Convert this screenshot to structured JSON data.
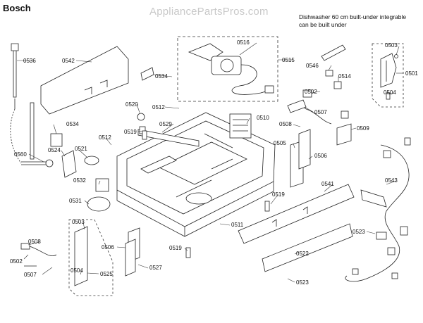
{
  "header": {
    "brand": "Bosch",
    "watermark": "AppliancePartsPros.com",
    "description_line1": "Dishwasher 60 cm built-under integrable",
    "description_line2": "can be built under"
  },
  "part_labels": {
    "p0536": "0536",
    "p0542": "0542",
    "p0534a": "0534",
    "p0516": "0516",
    "p0515": "0515",
    "p0546": "0546",
    "p0503a": "0503",
    "p0501": "0501",
    "p0514": "0514",
    "p0502a": "0502",
    "p0504a": "0504",
    "p0512a": "0512",
    "p0520": "0520",
    "p0529": "0529",
    "p0519a": "0519",
    "p0510": "0510",
    "p0507a": "0507",
    "p0508a": "0508",
    "p0509": "0509",
    "p0534b": "0534",
    "p0512b": "0512",
    "p0524": "0524",
    "p0521": "0521",
    "p0560": "0560",
    "p0505": "0505",
    "p0506a": "0506",
    "p0532": "0532",
    "p0541": "0541",
    "p0543": "0543",
    "p0519b": "0519",
    "p0531": "0531",
    "p0511": "0511",
    "p0503b": "0503",
    "p0508b": "0508",
    "p0502b": "0502",
    "p0506b": "0506",
    "p0519c": "0519",
    "p0504b": "0504",
    "p0527": "0527",
    "p0507b": "0507",
    "p0525": "0525",
    "p0522": "0522",
    "p0523a": "0523",
    "p0523b": "0523"
  }
}
